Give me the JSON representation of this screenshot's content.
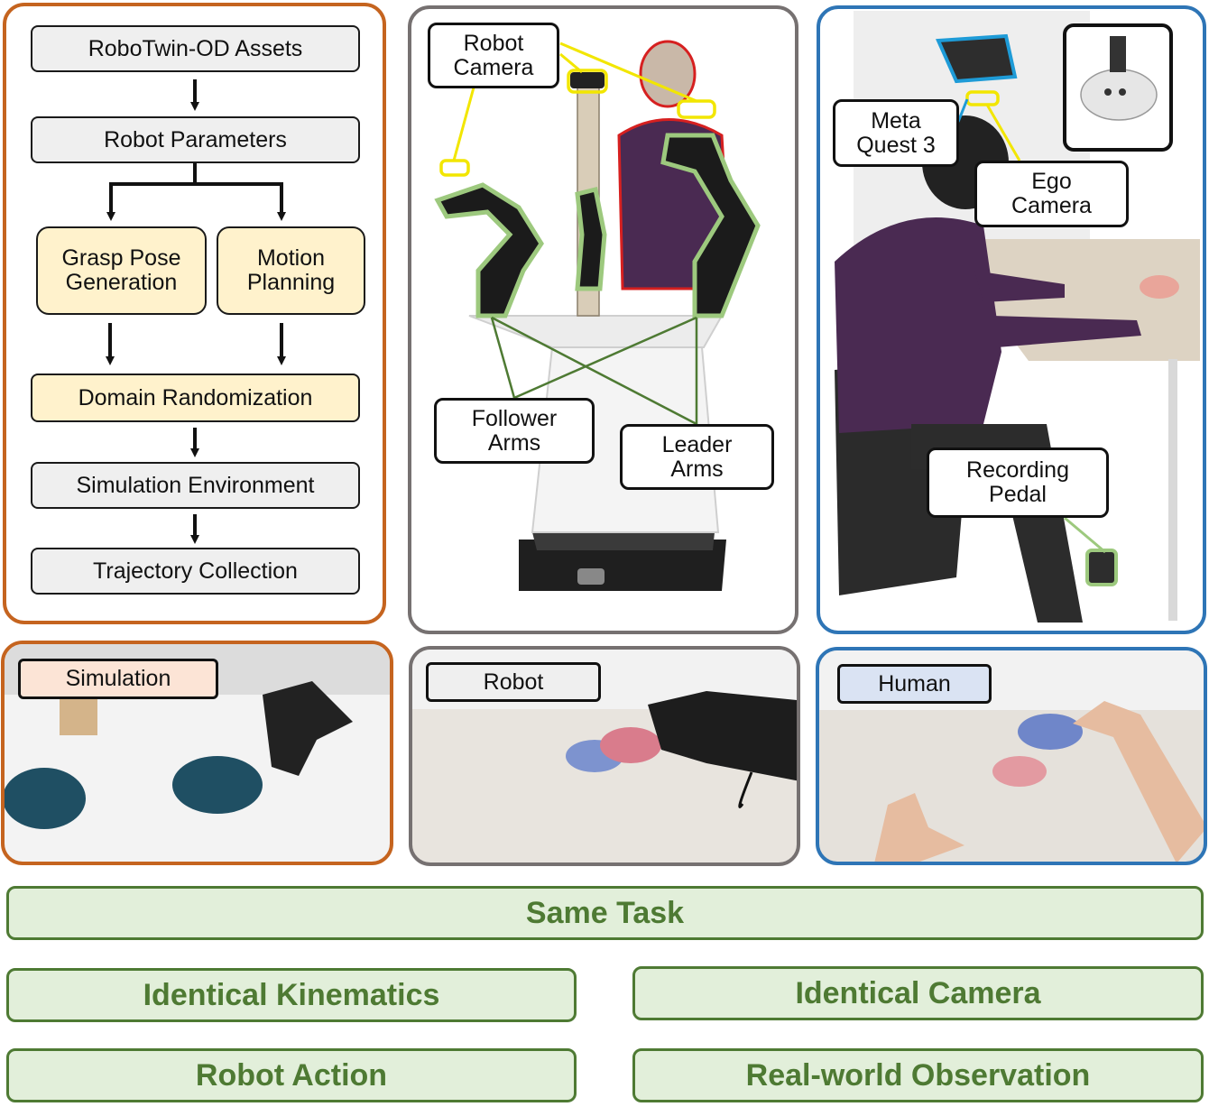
{
  "pipeline": {
    "assets": "RoboTwin-OD Assets",
    "robot_params": "Robot Parameters",
    "grasp": "Grasp Pose\nGeneration",
    "motion": "Motion\nPlanning",
    "domain_rand": "Domain Randomization",
    "sim_env": "Simulation Environment",
    "trajectory": "Trajectory Collection"
  },
  "robot_panel": {
    "robot_camera": "Robot\nCamera",
    "follower_arms": "Follower\nArms",
    "leader_arms": "Leader\nArms"
  },
  "human_panel": {
    "meta_quest": "Meta\nQuest 3",
    "ego_camera": "Ego\nCamera",
    "recording_pedal": "Recording\nPedal"
  },
  "views": {
    "simulation": "Simulation",
    "robot": "Robot",
    "human": "Human"
  },
  "bars": {
    "same_task": "Same Task",
    "identical_kinematics": "Identical Kinematics",
    "identical_camera": "Identical Camera",
    "robot_action": "Robot Action",
    "real_world_observation": "Real-world Observation"
  },
  "colors": {
    "sim_border": "#c5641f",
    "robot_border": "#767171",
    "human_border": "#2e75b6",
    "bar_green": "#4e7a33",
    "bar_fill": "#e2efda",
    "cream": "#fff2cc",
    "gray_box": "#efefef"
  }
}
